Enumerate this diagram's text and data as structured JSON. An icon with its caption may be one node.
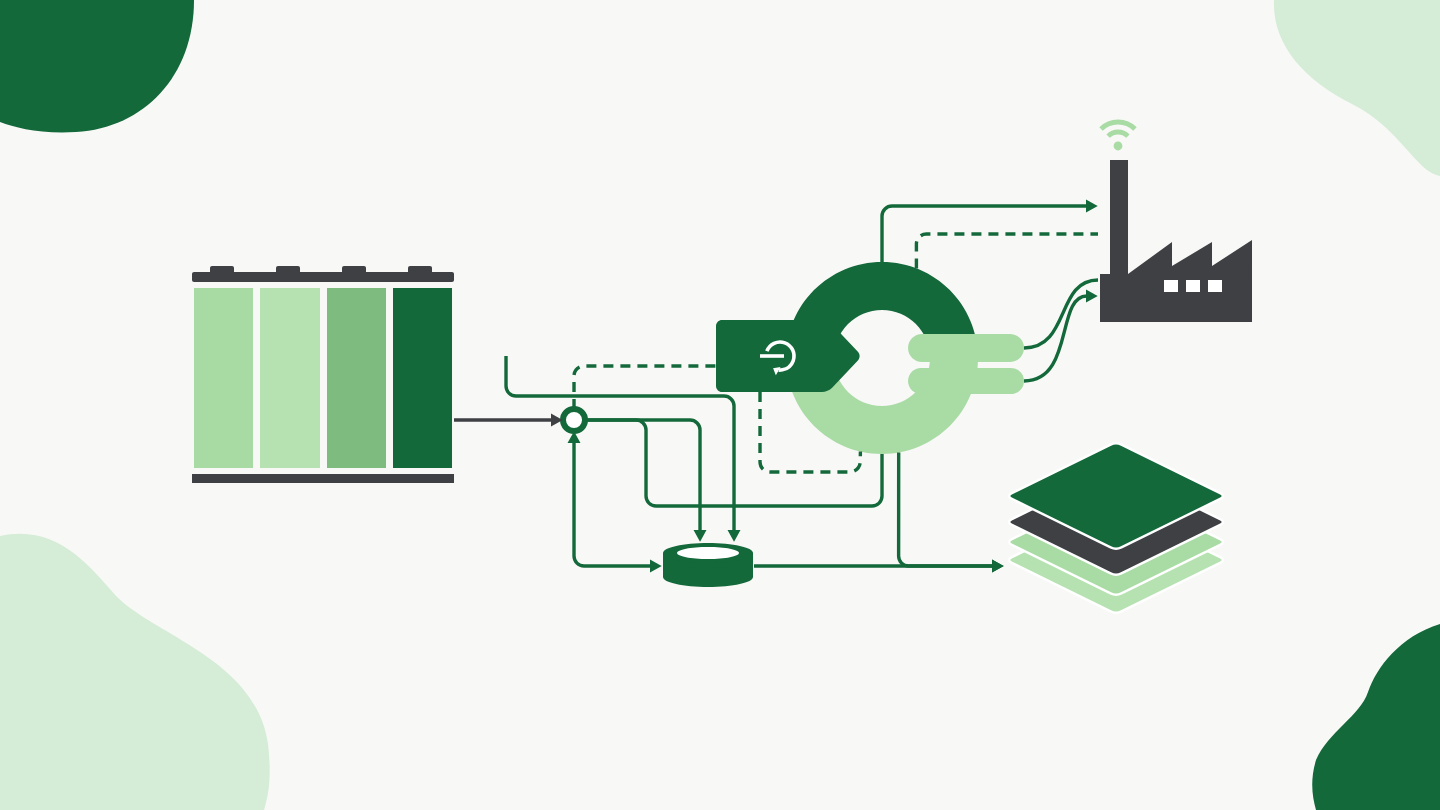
{
  "diagram": {
    "nodes": [
      {
        "text": [],
        "shape": "picture"
      },
      {
        "text": [],
        "shape": "circle"
      },
      {
        "text": [],
        "shape": "tag"
      },
      {
        "text": [],
        "shape": "ring"
      },
      {
        "text": [],
        "shape": "bar"
      },
      {
        "text": [],
        "shape": "bar"
      },
      {
        "text": [],
        "shape": "picture"
      },
      {
        "text": [],
        "shape": "cylinder"
      },
      {
        "text": [],
        "shape": "picture"
      }
    ],
    "edges": [
      {
        "from": 0,
        "to": 1,
        "arrow": "to",
        "color": "#3e4044"
      },
      {
        "from": null,
        "to": 7,
        "arrow": "to"
      },
      {
        "from": 1,
        "to": 7,
        "arrow": "to"
      },
      {
        "from": 3,
        "to": 1,
        "arrow": "none"
      },
      {
        "from": 1,
        "to": 2,
        "arrow": "none",
        "style": "dashed"
      },
      {
        "from": 1,
        "to": 7,
        "arrow": "both"
      },
      {
        "from": 7,
        "to": 8,
        "arrow": "to"
      },
      {
        "from": 3,
        "to": 8,
        "arrow": "to"
      },
      {
        "from": 2,
        "to": 3,
        "arrow": "none",
        "style": "dashed"
      },
      {
        "from": 3,
        "to": 6,
        "arrow": "to"
      },
      {
        "from": 3,
        "to": 6,
        "arrow": "none",
        "style": "dashed"
      },
      {
        "from": 4,
        "to": 6,
        "arrow": "none"
      },
      {
        "from": 5,
        "to": 6,
        "arrow": "to"
      }
    ]
  }
}
